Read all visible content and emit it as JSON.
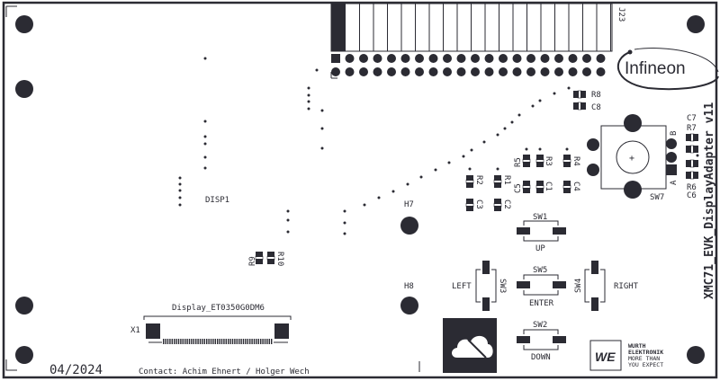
{
  "board": {
    "title": "XMC71_EVK_DisplayAdapter v11",
    "date": "04/2024",
    "contact": "Contact: Achim Ehnert / Holger Wech",
    "display_name": "Display_ET0350G0DM6"
  },
  "logos": {
    "infineon": "Infineon",
    "wurth": "WURTH ELEKTRONIK MORE THAN YOU EXPECT"
  },
  "colors": {
    "ink": "#2b2b33",
    "background": "#ffffff"
  },
  "refdes": {
    "j23": "J23",
    "r8": "R8",
    "c8": "C8",
    "c7": "C7",
    "r7": "R7",
    "r6": "R6",
    "c6": "C6",
    "sw7": "SW7",
    "sw7_a": "A",
    "sw7_b": "B",
    "r5": "R5",
    "r3": "R3",
    "r4": "R4",
    "c5": "C5",
    "c1": "C1",
    "c4": "C4",
    "r2": "R2",
    "r1": "R1",
    "c3": "C3",
    "c2": "C2",
    "h7": "H7",
    "h8": "H8",
    "disp1": "DISP1",
    "r9": "R9",
    "r10": "R10",
    "x1": "X1",
    "sw1": "SW1",
    "sw2": "SW2",
    "sw3": "SW3",
    "sw4": "SW4",
    "sw5": "SW5"
  },
  "buttons": {
    "up": "UP",
    "down": "DOWN",
    "left": "LEFT",
    "right": "RIGHT",
    "enter": "ENTER"
  }
}
